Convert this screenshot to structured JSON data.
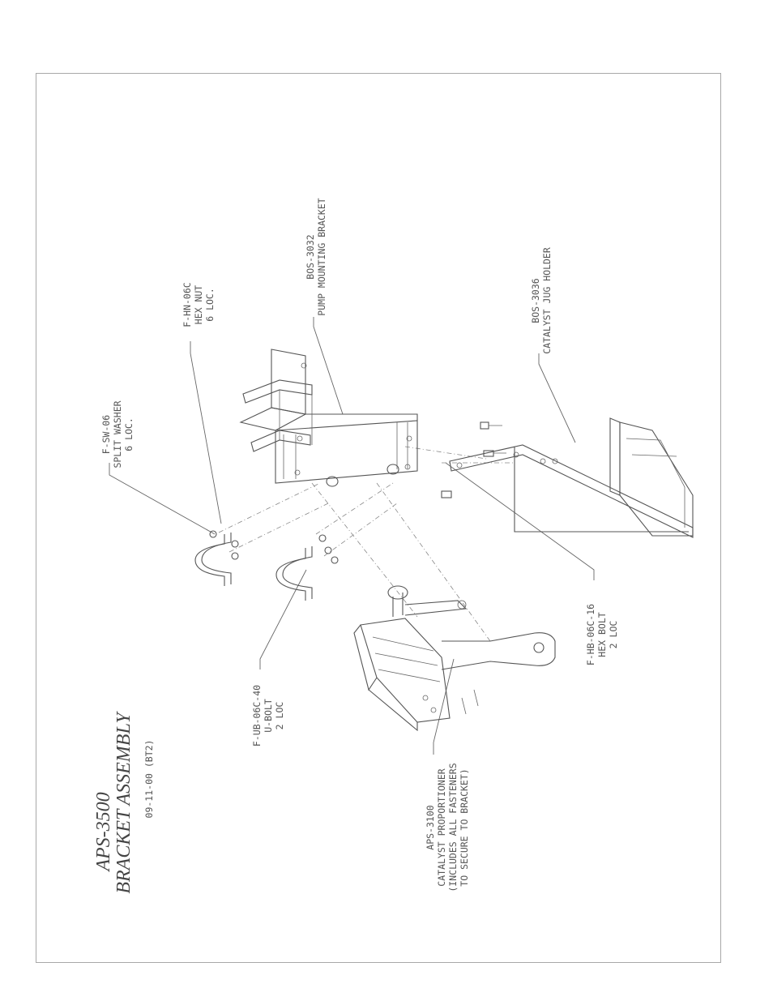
{
  "title": {
    "line1": "APS-3500",
    "line2": "BRACKET  ASSEMBLY",
    "date": "09-11-00  (BT2)"
  },
  "callouts": {
    "sw": [
      "F-SW-06",
      "SPLIT WASHER",
      "6 LOC."
    ],
    "hn": [
      "F-HN-06C",
      "HEX NUT",
      "6 LOC."
    ],
    "bos3032": [
      "BOS-3032",
      "PUMP MOUNTING BRACKET"
    ],
    "bos3036": [
      "BOS-3036",
      "CATALYST JUG HOLDER"
    ],
    "hb": [
      "F-HB-06C-16",
      "HEX BOLT",
      "2 LOC"
    ],
    "ub": [
      "F-UB-06C-40",
      "U-BOLT",
      "2 LOC"
    ],
    "aps3100": [
      "APS-3100",
      "CATALYST PROPORTIONER",
      "(INCLUDES ALL FASTENERS",
      "TO SECURE TO BRACKET)"
    ]
  }
}
